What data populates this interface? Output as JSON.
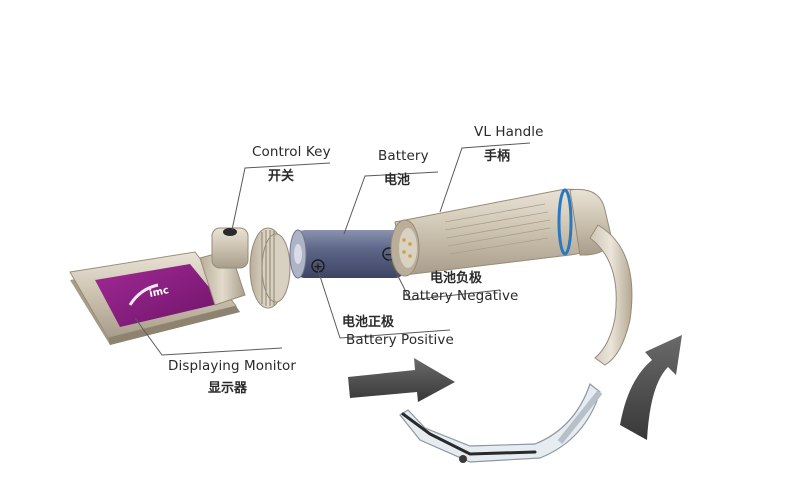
{
  "labels": {
    "control_key": {
      "en": "Control Key",
      "zh": "开关"
    },
    "battery": {
      "en": "Battery",
      "zh": "电池"
    },
    "vl_handle": {
      "en": "VL Handle",
      "zh": "手柄"
    },
    "battery_negative": {
      "en": "Battery Negative",
      "zh": "电池负极"
    },
    "battery_positive": {
      "en": "Battery Positive",
      "zh": "电池正极"
    },
    "displaying_monitor": {
      "en": "Displaying Monitor",
      "zh": "显示器"
    }
  },
  "monitor_screen": {
    "logo_text": "imc"
  },
  "battery_symbols": {
    "positive": "+",
    "negative": "−"
  },
  "colors": {
    "metal": "#c9bfae",
    "battery": "#5b6384",
    "screen": "#8a1f82",
    "arrow": "#4a4a4a",
    "blue_ring": "#2a78c0"
  },
  "icons": [
    "arrow-right-icon",
    "arrow-curved-up-icon"
  ]
}
